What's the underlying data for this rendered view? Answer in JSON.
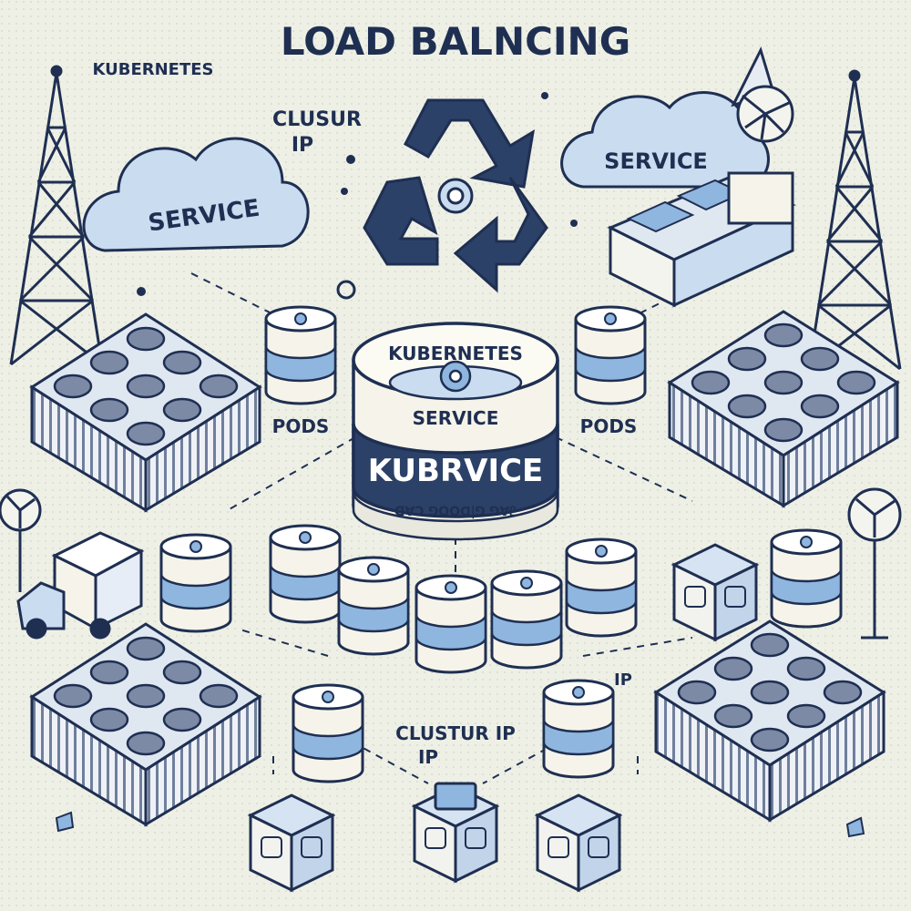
{
  "labels": {
    "title": "LOAD BALNCING",
    "kubernetes_top_left": "KUBERNETES",
    "cluster_ip_top_line1": "CLUSUR",
    "cluster_ip_top_line2": "IP",
    "service_left": "SERVICE",
    "service_right": "SERVICE",
    "pods_left": "PODS",
    "pods_right": "PODS",
    "center_line1": "KUBERNETES",
    "center_line2": "SERVICE",
    "center_band": "KUBRVICE",
    "center_small_band": "ᗡ∀Ɔ ⅁OOꓷ|⅁ ⅁∀Ꮭ",
    "ip_right": "IP",
    "cluster_ip_bottom_line1": "CLUSTUR IP",
    "cluster_ip_bottom_line2": "IP"
  },
  "colors": {
    "background": "#eef0e6",
    "ink": "#1f2f52",
    "accent_blue": "#8fb6df",
    "light_blue": "#c9dcf0",
    "cream": "#f6f4ea"
  },
  "icons": [
    "recycle-icon",
    "cloud-icon",
    "tower-icon",
    "truck-icon",
    "fan-icon",
    "server-rack-icon",
    "database-cylinder-icon"
  ]
}
